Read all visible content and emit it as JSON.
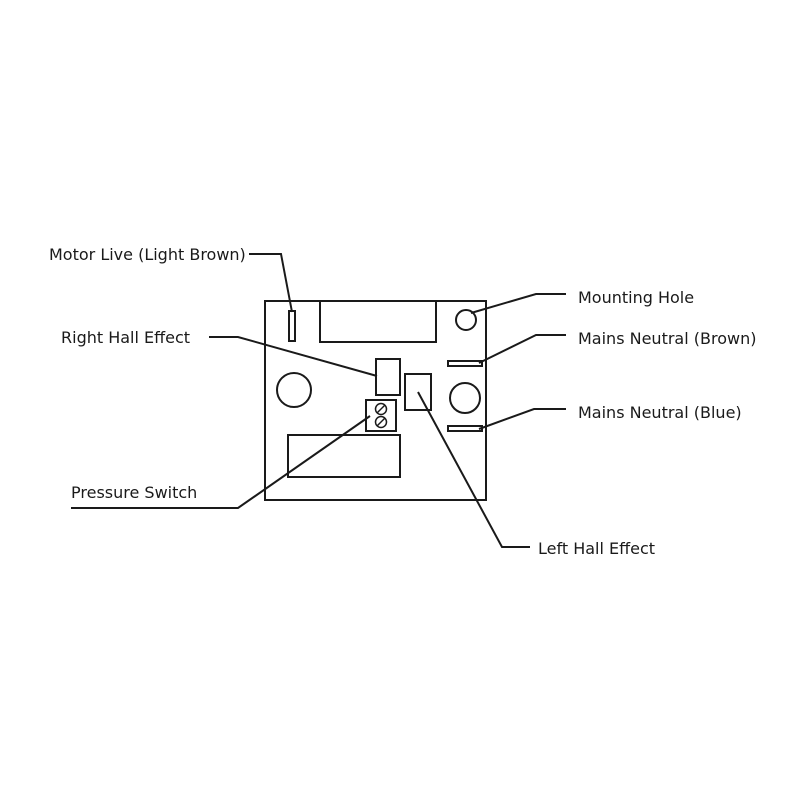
{
  "labels": {
    "motor_live": "Motor Live (Light Brown)",
    "right_hall_effect": "Right Hall Effect",
    "pressure_switch": "Pressure Switch",
    "mounting_hole": "Mounting Hole",
    "mains_neutral_brown": "Mains Neutral (Brown)",
    "mains_neutral_blue": "Mains Neutral (Blue)",
    "left_hall_effect": "Left Hall Effect"
  },
  "colors": {
    "line": "#1a1a1a",
    "background": "#ffffff"
  }
}
